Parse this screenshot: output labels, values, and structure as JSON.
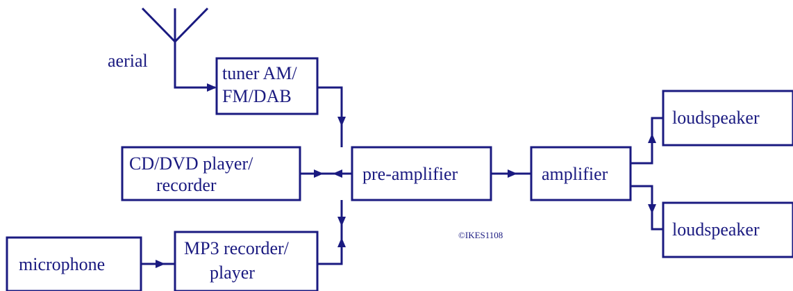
{
  "labels": {
    "aerial": "aerial",
    "tuner_line1": "tuner AM/",
    "tuner_line2": "FM/DAB",
    "cd_line1": "CD/DVD player/",
    "cd_line2": "recorder",
    "preamp": "pre-amplifier",
    "amplifier": "amplifier",
    "loudspeaker_top": "loudspeaker",
    "loudspeaker_bottom": "loudspeaker",
    "microphone": "microphone",
    "mp3_line1": "MP3 recorder/",
    "mp3_line2": "player",
    "copyright": "©IKES1108"
  },
  "colors": {
    "ink": "#1a1a80",
    "background": "#ffffff"
  }
}
